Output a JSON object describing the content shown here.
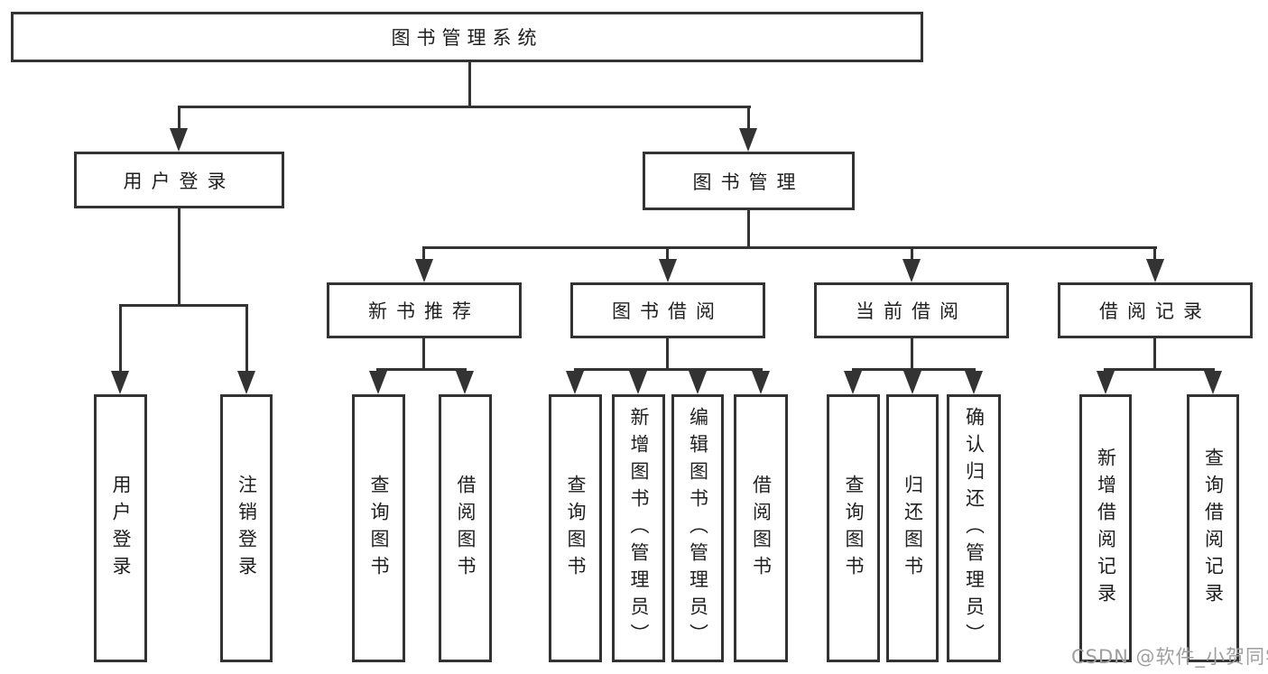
{
  "root": {
    "label": "图书管理系统"
  },
  "level2": [
    {
      "label": "用户登录"
    },
    {
      "label": "图书管理"
    }
  ],
  "level3": [
    {
      "label": "新书推荐"
    },
    {
      "label": "图书借阅"
    },
    {
      "label": "当前借阅"
    },
    {
      "label": "借阅记录"
    }
  ],
  "leaves": {
    "login": [
      "用户登录",
      "注销登录"
    ],
    "recommend": [
      "查询图书",
      "借阅图书"
    ],
    "borrow": [
      "查询图书",
      "新增图书（管理员）",
      "编辑图书（管理员）",
      "借阅图书"
    ],
    "current": [
      "查询图书",
      "归还图书",
      "确认归还（管理员）"
    ],
    "records": [
      "新增借阅记录",
      "查询借阅记录"
    ]
  },
  "watermark": {
    "text": "CSDN @软件_小贺同学"
  },
  "colors": {
    "line": "#333333",
    "text": "#1f1f1f",
    "box_bg": "#ffffff",
    "watermark": "#9f9f9f"
  }
}
